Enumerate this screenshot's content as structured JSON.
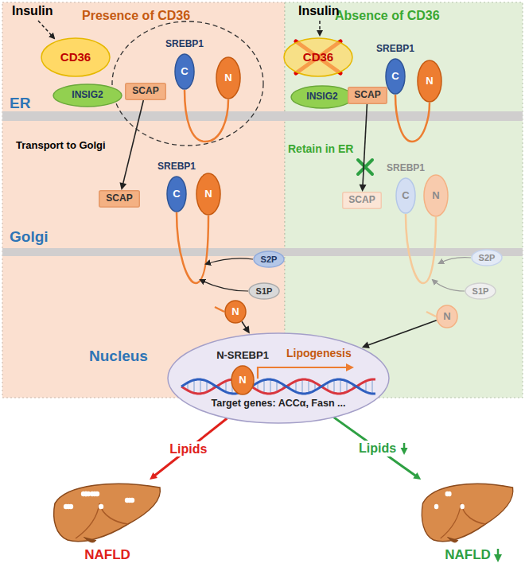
{
  "diagram": {
    "nodes": [
      {
        "text": [
          "Presence of CD36"
        ]
      },
      {
        "text": [
          "Absence of CD36"
        ]
      },
      {
        "text": [
          "CD36"
        ],
        "in": 0
      },
      {
        "text": [
          "INSIG2"
        ],
        "in": 0
      },
      {
        "text": [
          "SCAP"
        ],
        "in": 0
      },
      {
        "text": [
          "SREBP1",
          "C"
        ],
        "in": 0
      },
      {
        "text": [
          "N"
        ],
        "in": 0
      },
      {
        "text": [
          "SCAP"
        ],
        "in": 0
      },
      {
        "text": [
          "SREBP1",
          "C"
        ],
        "in": 0
      },
      {
        "text": [
          "N"
        ],
        "in": 0
      },
      {
        "text": [
          "S2P"
        ],
        "in": 0
      },
      {
        "text": [
          "S1P"
        ],
        "in": 0
      },
      {
        "text": [
          "N"
        ],
        "in": 0
      },
      {
        "text": [
          "CD36"
        ],
        "in": 1
      },
      {
        "text": [
          "INSIG2"
        ],
        "in": 1
      },
      {
        "text": [
          "SCAP"
        ],
        "in": 1
      },
      {
        "text": [
          "SREBP1",
          "C"
        ],
        "in": 1
      },
      {
        "text": [
          "N"
        ],
        "in": 1
      },
      {
        "text": [
          "SCAP"
        ],
        "in": 1
      },
      {
        "text": [
          "SREBP1",
          "C"
        ],
        "in": 1
      },
      {
        "text": [
          "N"
        ],
        "in": 1
      },
      {
        "text": [
          "S2P"
        ],
        "in": 1
      },
      {
        "text": [
          "S1P"
        ],
        "in": 1
      },
      {
        "text": [
          "N"
        ],
        "in": 1
      },
      {
        "text": [
          "Nucleus",
          "Lipogenesis",
          "Target genes: ACCα, Fasn ..."
        ]
      },
      {
        "text": [
          "N-SREBP1",
          "N"
        ],
        "in": 24
      },
      {
        "text": [
          "NAFLD"
        ]
      },
      {
        "text": [
          "NAFLD"
        ]
      }
    ],
    "edges": [
      {
        "from": 4,
        "to": 7,
        "arrow": "to"
      },
      {
        "from": 15,
        "to": 18,
        "arrow": "to"
      },
      {
        "from": 12,
        "to": 24,
        "arrow": "to"
      },
      {
        "from": 23,
        "to": 24,
        "arrow": "to"
      },
      {
        "from": 24,
        "to": 26,
        "label": "Lipids",
        "arrow": "to"
      },
      {
        "from": 24,
        "to": 27,
        "label": "Lipids",
        "arrow": "to"
      }
    ],
    "labels": [
      "Insulin",
      "Insulin",
      "ER",
      "Golgi",
      "Transport to Golgi",
      "Retain in ER"
    ]
  }
}
